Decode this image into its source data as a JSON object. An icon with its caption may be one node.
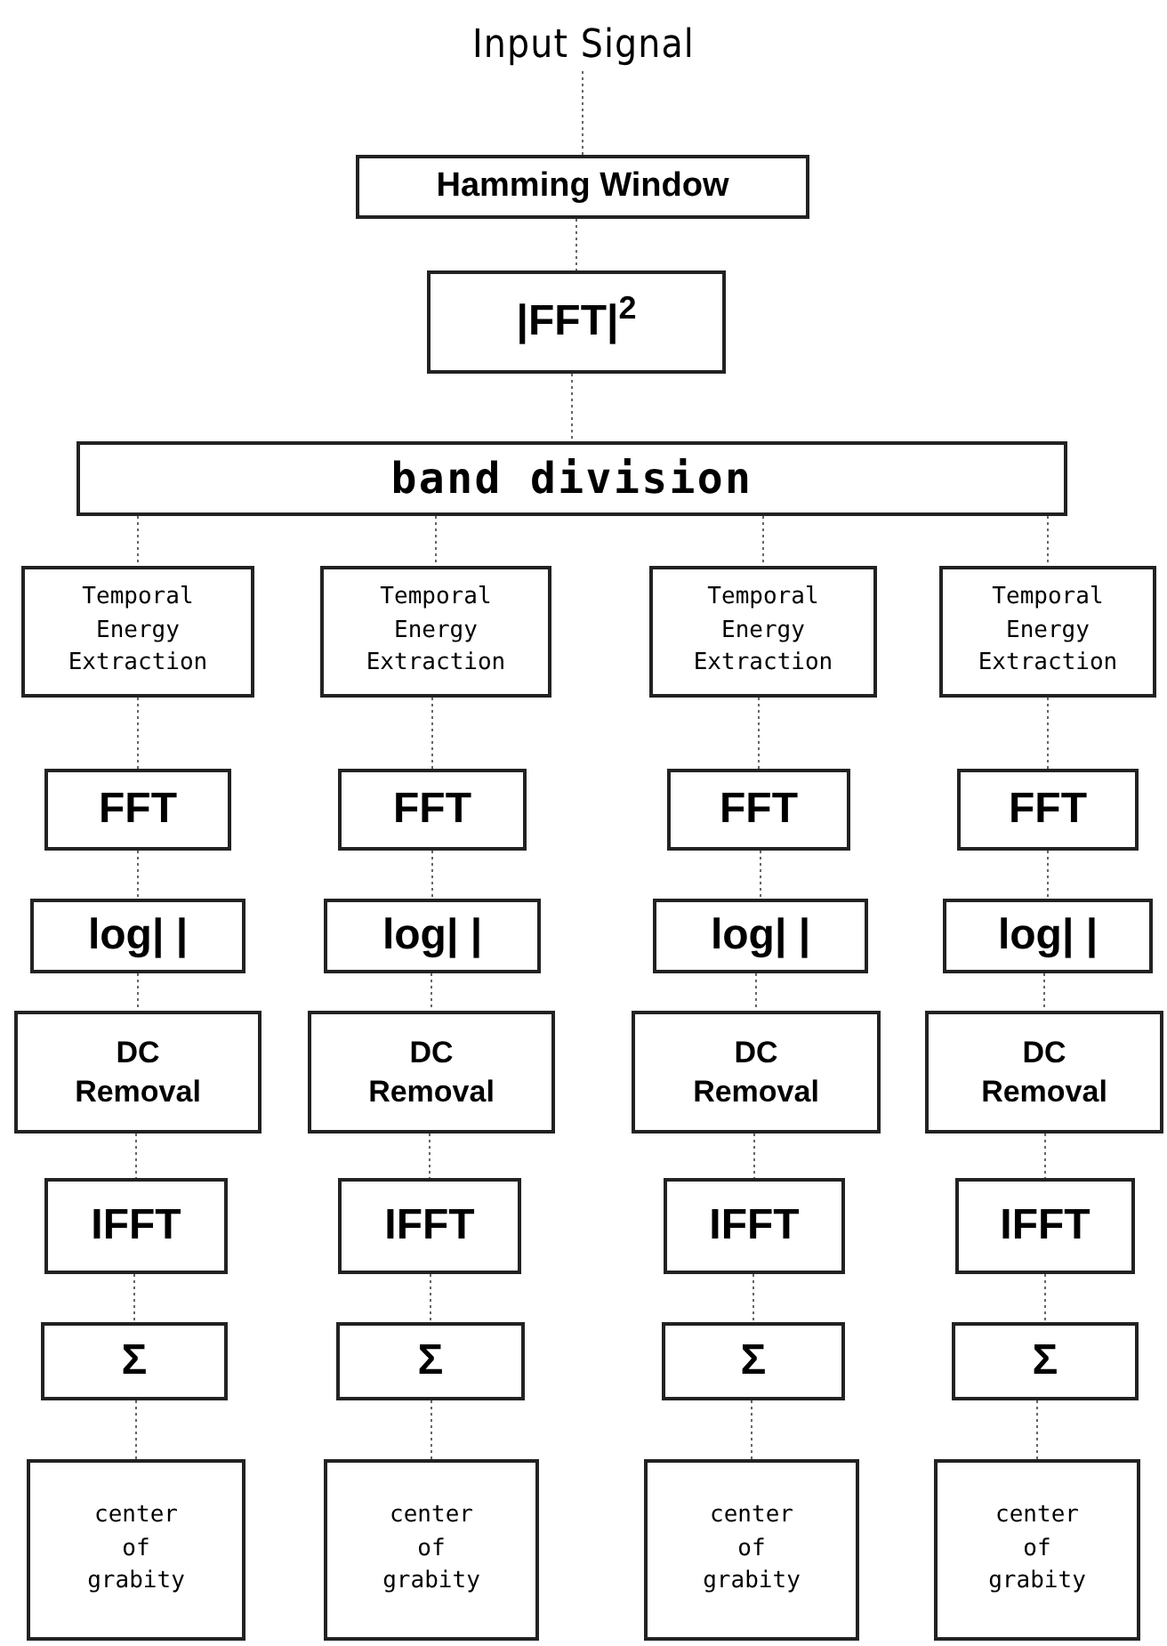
{
  "diagram": {
    "nodes": [
      {
        "text": [
          "Input Signal"
        ]
      },
      {
        "text": [
          "Hamming Window"
        ]
      },
      {
        "text": [
          "|FFT|$^{2}$"
        ]
      },
      {
        "text": [
          "band division"
        ]
      },
      {
        "text": [
          "Temporal Energy Extraction"
        ]
      },
      {
        "text": [
          "Temporal Energy Extraction"
        ]
      },
      {
        "text": [
          "Temporal Energy Extraction"
        ]
      },
      {
        "text": [
          "Temporal Energy Extraction"
        ]
      },
      {
        "text": [
          "FFT"
        ]
      },
      {
        "text": [
          "FFT"
        ]
      },
      {
        "text": [
          "FFT"
        ]
      },
      {
        "text": [
          "FFT"
        ]
      },
      {
        "text": [
          "log| |"
        ]
      },
      {
        "text": [
          "log| |"
        ]
      },
      {
        "text": [
          "log| |"
        ]
      },
      {
        "text": [
          "log| |"
        ]
      },
      {
        "text": [
          "DC Removal"
        ]
      },
      {
        "text": [
          "DC Removal"
        ]
      },
      {
        "text": [
          "DC Removal"
        ]
      },
      {
        "text": [
          "DC Removal"
        ]
      },
      {
        "text": [
          "IFFT"
        ]
      },
      {
        "text": [
          "IFFT"
        ]
      },
      {
        "text": [
          "IFFT"
        ]
      },
      {
        "text": [
          "IFFT"
        ]
      },
      {
        "text": [
          "Σ"
        ]
      },
      {
        "text": [
          "Σ"
        ]
      },
      {
        "text": [
          "Σ"
        ]
      },
      {
        "text": [
          "Σ"
        ]
      },
      {
        "text": [
          "center of grabity"
        ]
      },
      {
        "text": [
          "center of grabity"
        ]
      },
      {
        "text": [
          "center of grabity"
        ]
      },
      {
        "text": [
          "center of grabity"
        ]
      }
    ],
    "edges": [
      {
        "from": 0,
        "to": 1,
        "arrow": "none"
      },
      {
        "from": 1,
        "to": 2,
        "arrow": "none"
      },
      {
        "from": 2,
        "to": 3,
        "arrow": "none"
      },
      {
        "from": 3,
        "to": 4,
        "arrow": "none"
      },
      {
        "from": 3,
        "to": 5,
        "arrow": "none"
      },
      {
        "from": 3,
        "to": 6,
        "arrow": "none"
      },
      {
        "from": 3,
        "to": 7,
        "arrow": "none"
      },
      {
        "from": 4,
        "to": 8,
        "arrow": "none"
      },
      {
        "from": 5,
        "to": 9,
        "arrow": "none"
      },
      {
        "from": 6,
        "to": 10,
        "arrow": "none"
      },
      {
        "from": 7,
        "to": 11,
        "arrow": "none"
      },
      {
        "from": 8,
        "to": 12,
        "arrow": "none"
      },
      {
        "from": 9,
        "to": 13,
        "arrow": "none"
      },
      {
        "from": 10,
        "to": 14,
        "arrow": "none"
      },
      {
        "from": 11,
        "to": 15,
        "arrow": "none"
      },
      {
        "from": 12,
        "to": 16,
        "arrow": "none"
      },
      {
        "from": 13,
        "to": 17,
        "arrow": "none"
      },
      {
        "from": 14,
        "to": 18,
        "arrow": "none"
      },
      {
        "from": 15,
        "to": 19,
        "arrow": "none"
      },
      {
        "from": 16,
        "to": 20,
        "arrow": "none"
      },
      {
        "from": 17,
        "to": 21,
        "arrow": "none"
      },
      {
        "from": 18,
        "to": 22,
        "arrow": "none"
      },
      {
        "from": 19,
        "to": 23,
        "arrow": "none"
      },
      {
        "from": 20,
        "to": 24,
        "arrow": "none"
      },
      {
        "from": 21,
        "to": 25,
        "arrow": "none"
      },
      {
        "from": 22,
        "to": 26,
        "arrow": "none"
      },
      {
        "from": 23,
        "to": 27,
        "arrow": "none"
      },
      {
        "from": 24,
        "to": 28,
        "arrow": "none"
      },
      {
        "from": 25,
        "to": 29,
        "arrow": "none"
      },
      {
        "from": 26,
        "to": 30,
        "arrow": "none"
      },
      {
        "from": 27,
        "to": 31,
        "arrow": "none"
      }
    ]
  }
}
